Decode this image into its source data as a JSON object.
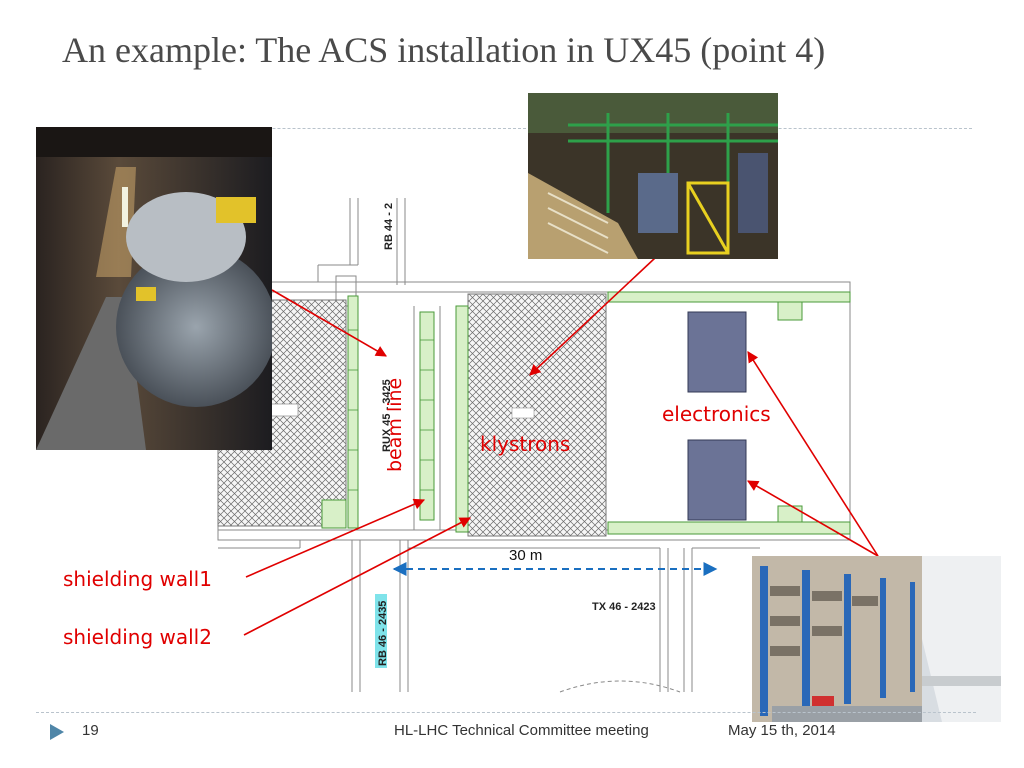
{
  "slide": {
    "title": "An example: The ACS installation in UX45 (point 4)"
  },
  "plan": {
    "room_labels": [
      "RB 44 - 2",
      "RUX 45 - 3425",
      "TX 46 - 2423",
      "RB 46 - 2435"
    ],
    "distance_label": "30 m"
  },
  "annotations": {
    "beam_line": "beam line",
    "klystrons": "klystrons",
    "electronics": "electronics",
    "shielding_wall1": "shielding wall1",
    "shielding_wall2": "shielding wall2"
  },
  "footer": {
    "page_number": "19",
    "event": "HL-LHC Technical Committee meeting",
    "date": "May 15 th, 2014"
  },
  "colors": {
    "annotation": "#e00000",
    "arrow": "#e00000",
    "distance_arrow": "#1a6fc0",
    "rack": "#6b7396",
    "wall_fill": "#d8f0c8",
    "wall_stroke": "#4a9a3a",
    "footer_marker": "#4f86a8"
  }
}
